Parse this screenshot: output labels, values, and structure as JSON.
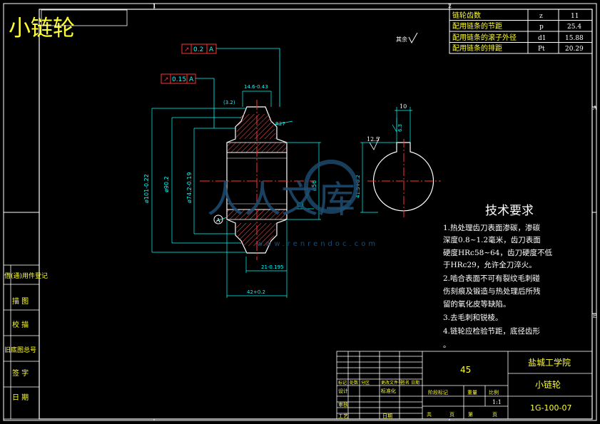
{
  "title": "小链轮",
  "param_table": [
    {
      "label": "链轮齿数",
      "symbol": "z",
      "value": "11"
    },
    {
      "label": "配用链条的节距",
      "symbol": "p",
      "value": "25.4"
    },
    {
      "label": "配用链条的滚子外径",
      "symbol": "d1",
      "value": "15.88"
    },
    {
      "label": "配用链条的排距",
      "symbol": "Pt",
      "value": "20.29"
    }
  ],
  "roughness_corner": "其余",
  "roughness_value": "12.5",
  "tolerances": [
    {
      "symbol": "↗",
      "value": "0.2",
      "datum": "A"
    },
    {
      "symbol": "↗",
      "value": "0.15",
      "datum": "A"
    }
  ],
  "dimensions": {
    "d101": "ø101-0.22",
    "d90": "ø90.2",
    "d74": "ø74.2-0.19",
    "d56": "ø56",
    "w14": "14.6-0.43",
    "r32": "(3.2)",
    "r27": "R27",
    "w21": "21-0.195",
    "w42": "42+0.2",
    "c1": "C1",
    "key_width": "10",
    "key_depth": "41.5+0.2",
    "key_rough": "6.3",
    "datum_a": "A"
  },
  "tech_title": "技术要求",
  "tech_lines": [
    "1.热处理齿刀表面渗碳，渗碳",
    "深度0.8~1.2毫米，齿刀表面",
    "硬度HRc58~64，齿刀硬度不低",
    "于HRc29，允许全刀淬火。",
    "2.啮合表面不可有裂纹毛刺碰",
    "伤刻痕及锻造与热处理后所残",
    "留的氧化皮等缺陷。",
    "3.去毛刺和锐棱。",
    "4.链轮应检验节距，底径齿形",
    "。"
  ],
  "title_block": {
    "material": "45",
    "school": "盐城工学院",
    "part_name": "小链轮",
    "drawing_no": "1G-100-07",
    "scale": "1:1",
    "labels_row1": [
      "标记",
      "处数",
      "分区",
      "更改文件号",
      "签名",
      "日期"
    ],
    "labels_row2": [
      "设计",
      "",
      "标准化",
      "",
      "阶段标记",
      "重量",
      "比例"
    ],
    "labels_row3": [
      "审核",
      "",
      "",
      ""
    ],
    "labels_row4": [
      "工艺",
      "",
      "日期",
      "共",
      "页",
      "第",
      "页"
    ]
  },
  "left_strip": [
    "借(通)用件登记",
    "描 图",
    "校 描",
    "旧底图总号",
    "签 字",
    "日 期"
  ],
  "zone_letters": [
    "A",
    "B"
  ],
  "zone_numbers": [
    "1",
    "2"
  ],
  "watermark_text": "人人文库",
  "watermark_url": "www.renrendoc.com"
}
